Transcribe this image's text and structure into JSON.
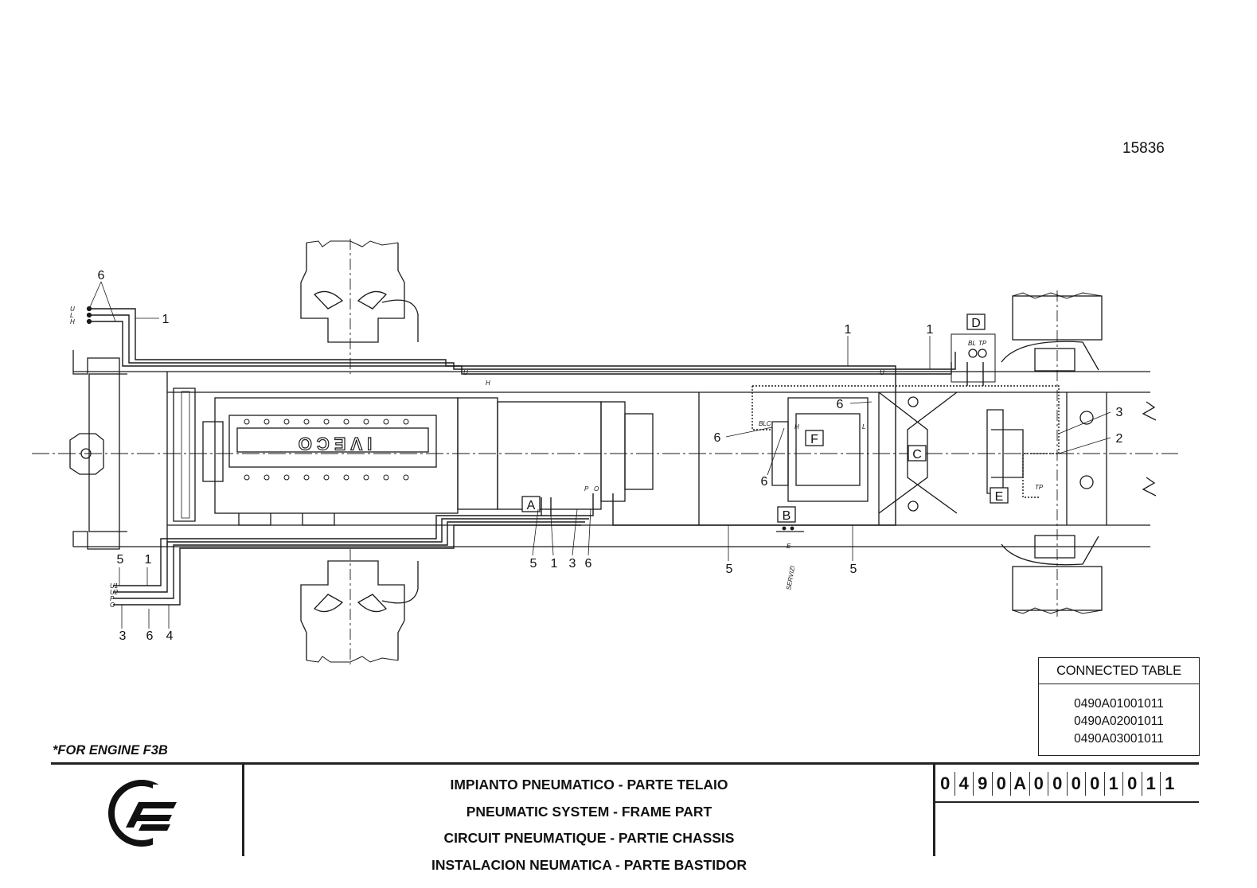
{
  "drawing_number": "15836",
  "callouts": {
    "top_left_6": "6",
    "top_left_1": "1",
    "top_mid_1a": "1",
    "top_mid_1b": "1",
    "f_upper_6": "6",
    "f_left_6": "6",
    "f_lower_6": "6",
    "right_3": "3",
    "right_2": "2",
    "bl_5": "5",
    "bl_1": "1",
    "bl_3": "3",
    "bl_6": "6",
    "bl_4": "4",
    "a_5": "5",
    "a_1": "1",
    "a_3": "3",
    "a_6": "6",
    "mid_5a": "5",
    "mid_5b": "5"
  },
  "boxes": {
    "A": "A",
    "B": "B",
    "C": "C",
    "D": "D",
    "E": "E",
    "F": "F"
  },
  "ports": {
    "u": "U",
    "l": "L",
    "h": "H",
    "u1": "U1",
    "u2": "U2",
    "p": "P",
    "o": "O",
    "a_p": "P",
    "a_o": "O",
    "frame_u": "U",
    "frame_h": "H",
    "frame_l": "L",
    "right_u": "U",
    "blc": "BLC",
    "fh": "H",
    "fl": "L",
    "bl": "BL",
    "tp": "TP",
    "e_tp": "TP",
    "b_e": "E",
    "servizi": "SERVIZI"
  },
  "engine_brand": "IVECO",
  "connected_table": {
    "header": "CONNECTED TABLE",
    "codes": [
      "0490A01001011",
      "0490A02001011",
      "0490A03001011"
    ]
  },
  "engine_note": "*FOR ENGINE F3B",
  "titles": {
    "it": "IMPIANTO PNEUMATICO - PARTE TELAIO",
    "en": "PNEUMATIC SYSTEM - FRAME PART",
    "fr": "CIRCUIT PNEUMATIQUE - PARTIE CHASSIS",
    "es": "INSTALACION NEUMATICA - PARTE BASTIDOR"
  },
  "part_code": [
    "0",
    "4",
    "9",
    "0",
    "A",
    "0",
    "0",
    "0",
    "0",
    "1",
    "0",
    "1",
    "1"
  ],
  "colors": {
    "line": "#1a1a1a",
    "paper": "#ffffff"
  }
}
